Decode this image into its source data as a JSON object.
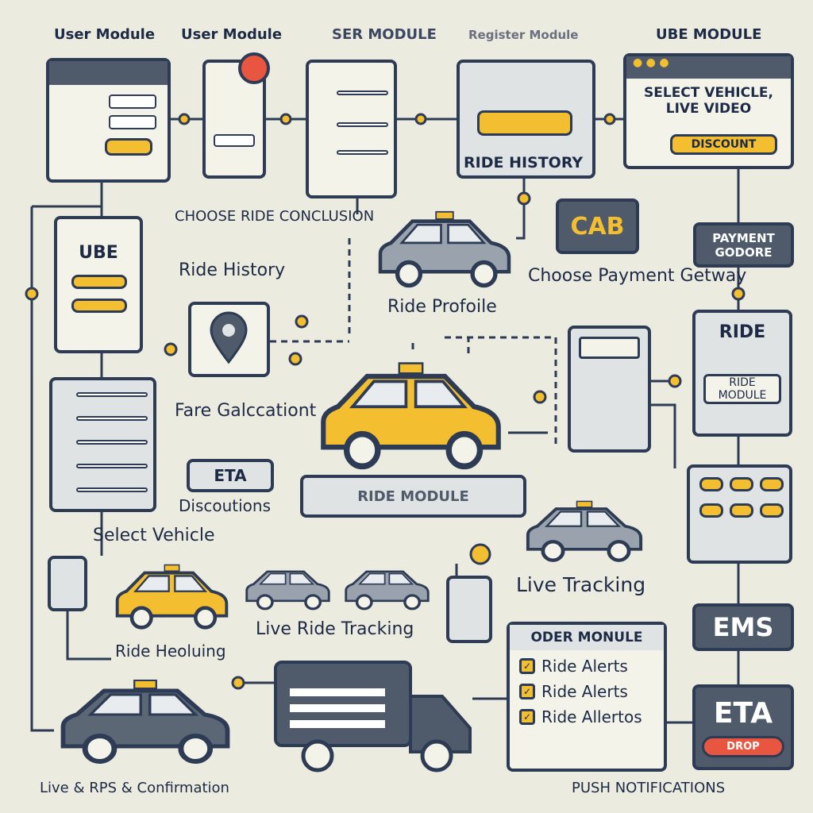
{
  "headers": [
    "User Module",
    "User Module",
    "SER MODULE",
    "Register Module",
    "UBE MODULE"
  ],
  "browser": {
    "title": "SELECT VEHICLE, LIVE VIDEO",
    "button": "DISCOUNT"
  },
  "clipboard2": {
    "label": "RIDE HISTORY"
  },
  "phone_left": {
    "title": "UBE"
  },
  "labels": {
    "choose_ride": "CHOOSE RIDE CONCLUSION",
    "ride_history": "Ride History",
    "ride_profile": "Ride Profoile",
    "choose_payment": "Choose Payment Getway",
    "fare": "Fare Galccationt",
    "discounts": "Discoutions",
    "select_vehicle": "Select Vehicle",
    "live_tracking": "Live Tracking",
    "ride_heoluing": "Ride Heoluing",
    "live_ride_tracking": "Live Ride Tracking",
    "footer_left": "Live & RPS & Confirmation",
    "footer_right": "PUSH NOTIFICATIONS"
  },
  "boxes": {
    "cab": "CAB",
    "payment": "PAYMENT GODORE",
    "ride": "RIDE",
    "ride_module": "RIDE MODULE",
    "ride_bar": "RIDE MODULE",
    "eta_small": "ETA",
    "ems": "EMS",
    "eta": "ETA",
    "eta_button": "DROP"
  },
  "order": {
    "title": "ODER MONULE",
    "items": [
      "Ride Alerts",
      "Ride Alerts",
      "Ride Allertos"
    ]
  },
  "colors": {
    "accent": "#f3be2f",
    "dark": "#2d3b55",
    "alert": "#e8563f",
    "bg": "#ecebdf"
  }
}
